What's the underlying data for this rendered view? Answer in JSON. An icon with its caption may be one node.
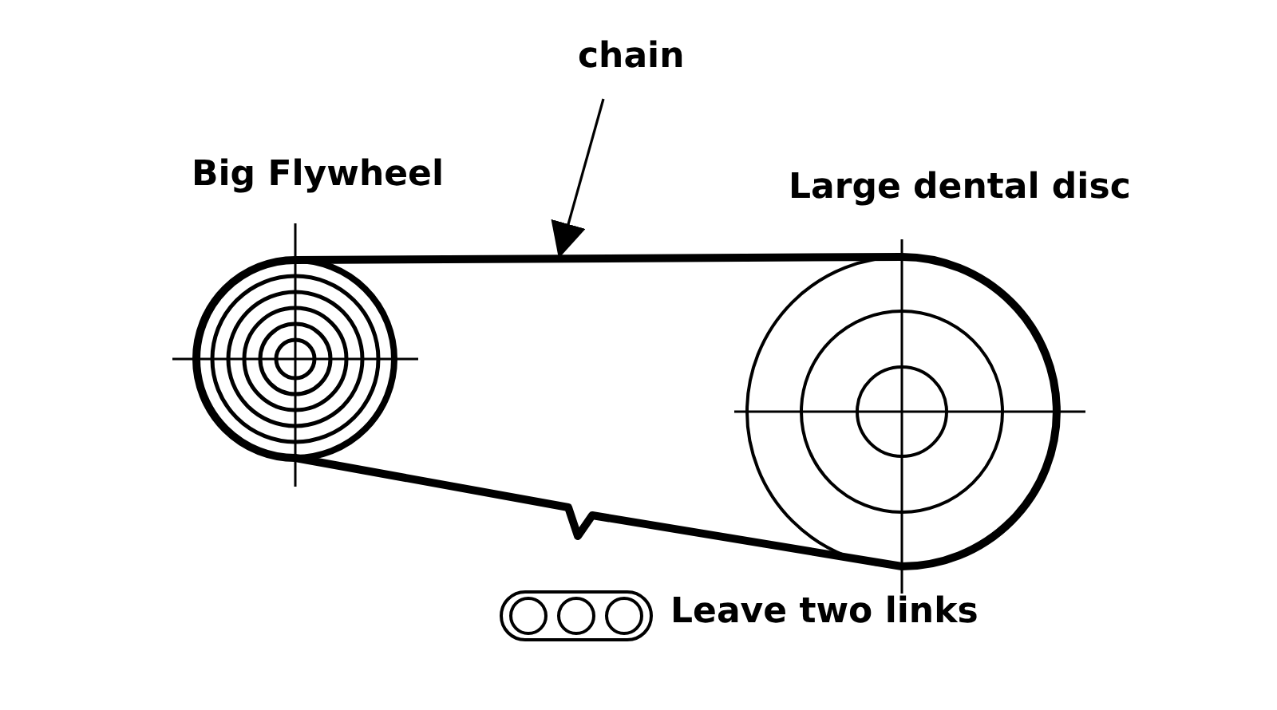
{
  "diagram": {
    "nodes": [
      {
        "text": [
          "chain"
        ]
      },
      {
        "text": [],
        "shape": "line"
      }
    ],
    "edges": [
      {
        "from": 0,
        "to": 1,
        "arrow": "to"
      }
    ],
    "labels": [
      "Big Flywheel",
      "Large dental disc",
      "Leave two links"
    ]
  }
}
